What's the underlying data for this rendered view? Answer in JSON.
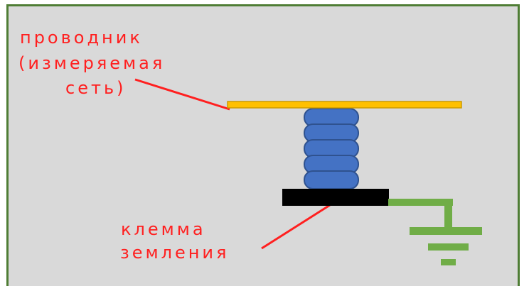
{
  "labels": {
    "conductor_line1": "проводник",
    "conductor_line2": "(измеряемая",
    "conductor_line3": "сеть)",
    "ground_terminal_line1": "клемма",
    "ground_terminal_line2": "земления"
  },
  "colors": {
    "background": "#d9d9d9",
    "frame_border": "#4f7d35",
    "label_text": "#ff1f1f",
    "pointer_line": "#ff1f1f",
    "conductor_bar": "#ffc000",
    "conductor_bar_edge": "#cc9a00",
    "insulator_discs": "#4472c4",
    "insulator_edge": "#2f528f",
    "ground_terminal": "#000000",
    "ground_symbol": "#70ad47"
  }
}
